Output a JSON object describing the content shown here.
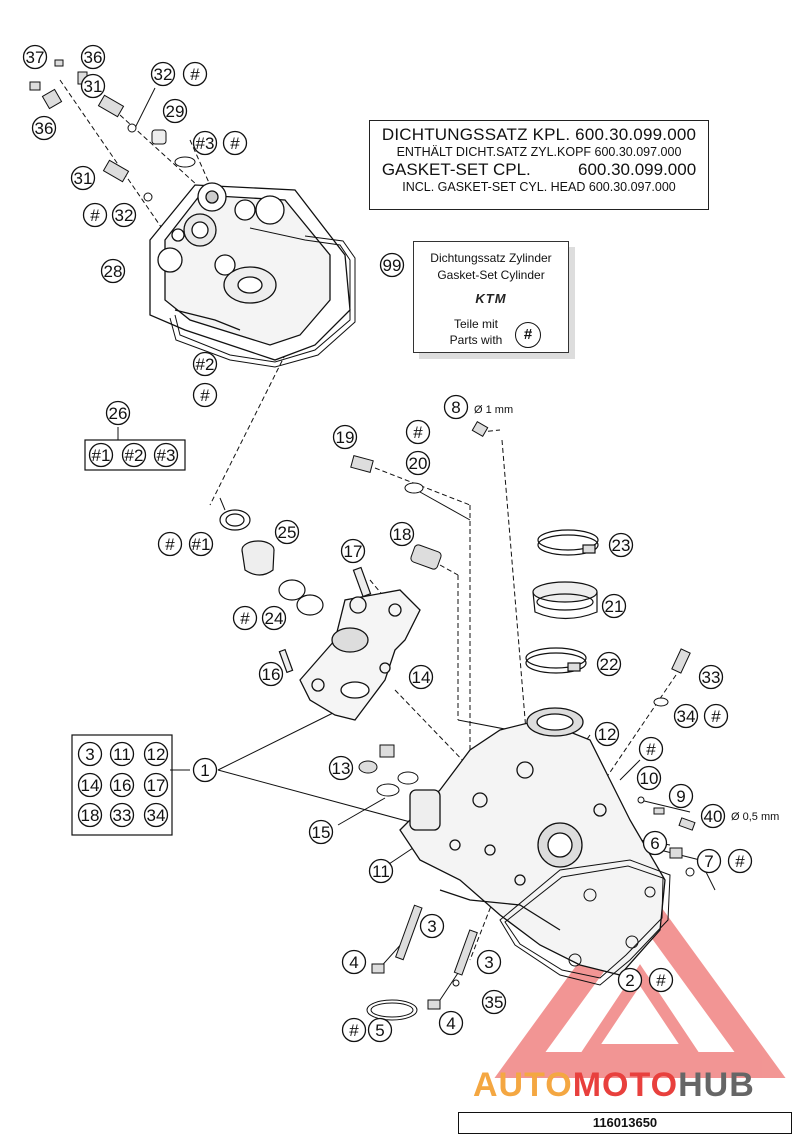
{
  "notes": {
    "line1": "DICHTUNGSSATZ KPL. 600.30.099.000",
    "line2": "ENTHÄLT DICHT.SATZ ZYL.KOPF 600.30.097.000",
    "line3": "GASKET-SET CPL.          600.30.099.000",
    "line4": "INCL. GASKET-SET CYL. HEAD 600.30.097.000"
  },
  "kit": {
    "line1": "Dichtungssatz Zylinder",
    "line2": "Gasket-Set Cylinder",
    "brand": "KTM",
    "parts_line1": "Teile mit",
    "parts_line2": "Parts with",
    "hash": "#"
  },
  "annotations": {
    "d8": "Ø 1 mm",
    "d40": "Ø 0,5 mm"
  },
  "callouts": [
    {
      "label": "37"
    },
    {
      "label": "36"
    },
    {
      "label": "31"
    },
    {
      "label": "32"
    },
    {
      "label": "#"
    },
    {
      "label": "36"
    },
    {
      "label": "29"
    },
    {
      "label": "#3"
    },
    {
      "label": "#"
    },
    {
      "label": "31"
    },
    {
      "label": "#"
    },
    {
      "label": "32"
    },
    {
      "label": "28"
    },
    {
      "label": "#2"
    },
    {
      "label": "#"
    },
    {
      "label": "26"
    },
    {
      "label": "#1"
    },
    {
      "label": "#2"
    },
    {
      "label": "#3"
    },
    {
      "label": "99"
    },
    {
      "label": "8"
    },
    {
      "label": "19"
    },
    {
      "label": "#"
    },
    {
      "label": "20"
    },
    {
      "label": "18"
    },
    {
      "label": "23"
    },
    {
      "label": "#"
    },
    {
      "label": "#1"
    },
    {
      "label": "25"
    },
    {
      "label": "17"
    },
    {
      "label": "21"
    },
    {
      "label": "#"
    },
    {
      "label": "24"
    },
    {
      "label": "22"
    },
    {
      "label": "16"
    },
    {
      "label": "14"
    },
    {
      "label": "33"
    },
    {
      "label": "34"
    },
    {
      "label": "#"
    },
    {
      "label": "12"
    },
    {
      "label": "#"
    },
    {
      "label": "3"
    },
    {
      "label": "11"
    },
    {
      "label": "12"
    },
    {
      "label": "1"
    },
    {
      "label": "13"
    },
    {
      "label": "10"
    },
    {
      "label": "14"
    },
    {
      "label": "16"
    },
    {
      "label": "17"
    },
    {
      "label": "9"
    },
    {
      "label": "40"
    },
    {
      "label": "15"
    },
    {
      "label": "18"
    },
    {
      "label": "33"
    },
    {
      "label": "34"
    },
    {
      "label": "6"
    },
    {
      "label": "7"
    },
    {
      "label": "#"
    },
    {
      "label": "11"
    },
    {
      "label": "3"
    },
    {
      "label": "4"
    },
    {
      "label": "3"
    },
    {
      "label": "2"
    },
    {
      "label": "#"
    },
    {
      "label": "35"
    },
    {
      "label": "#"
    },
    {
      "label": "5"
    },
    {
      "label": "4"
    }
  ],
  "footer": {
    "code": "116013650"
  },
  "watermark": {
    "part1": "AUTO",
    "part2": "MOTO",
    "part3": "HUB"
  },
  "colors": {
    "line": "#111111",
    "watermark_red": "#e8403d",
    "watermark_orange": "#f4a742",
    "watermark_gray": "#666666"
  }
}
